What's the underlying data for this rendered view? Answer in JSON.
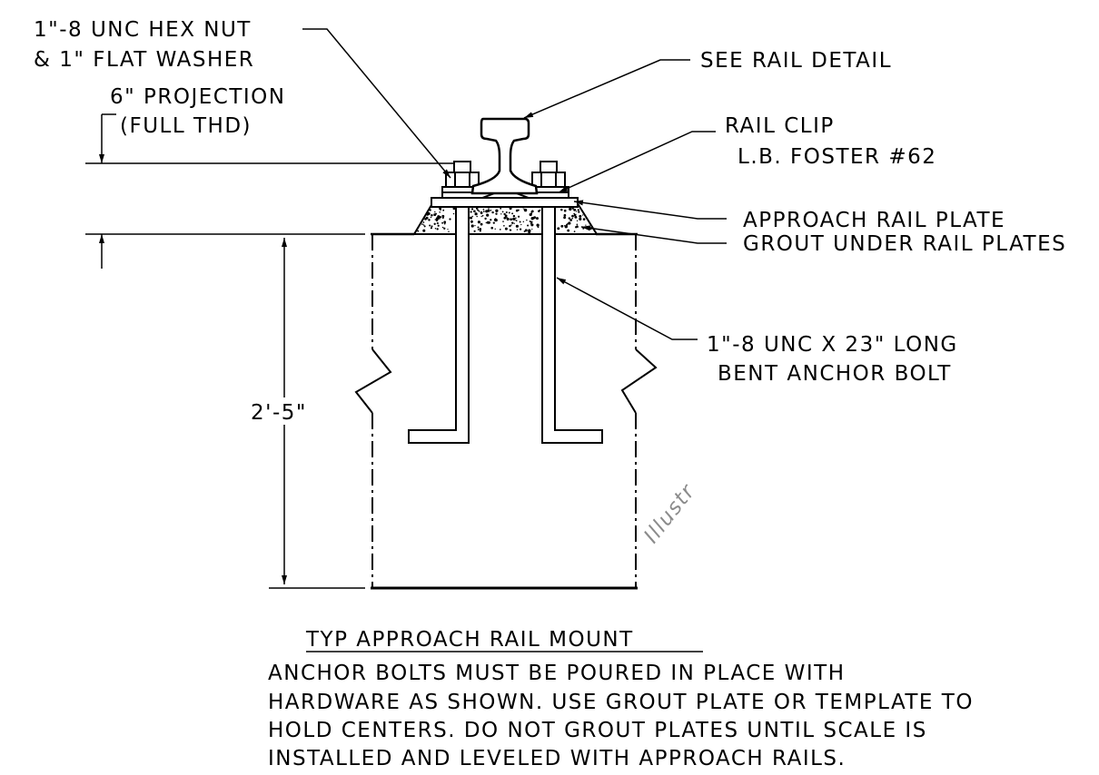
{
  "labels": {
    "hex_nut_line1": "1\"-8 UNC HEX NUT",
    "hex_nut_line2": "& 1\" FLAT WASHER",
    "projection_line1": "6\" PROJECTION",
    "projection_line2": "(FULL THD)",
    "rail_detail": "SEE RAIL DETAIL",
    "rail_clip_line1": "RAIL CLIP",
    "rail_clip_line2": "L.B. FOSTER #62",
    "approach_rail_plate": "APPROACH RAIL PLATE",
    "grout": "GROUT UNDER RAIL PLATES",
    "anchor_bolt_line1": "1\"-8 UNC X 23\" LONG",
    "anchor_bolt_line2": "BENT ANCHOR BOLT",
    "depth_dimension": "2'-5\""
  },
  "title": "TYP APPROACH RAIL MOUNT",
  "notes": [
    "ANCHOR BOLTS MUST BE POURED IN PLACE WITH",
    "HARDWARE AS SHOWN. USE GROUT PLATE OR TEMPLATE TO",
    "HOLD CENTERS. DO NOT GROUT PLATES UNTIL SCALE IS",
    "INSTALLED AND LEVELED WITH APPROACH RAILS."
  ],
  "watermark": "Illustr",
  "colors": {
    "line": "#000000",
    "watermark": "#ff0000",
    "background": "#ffffff"
  }
}
